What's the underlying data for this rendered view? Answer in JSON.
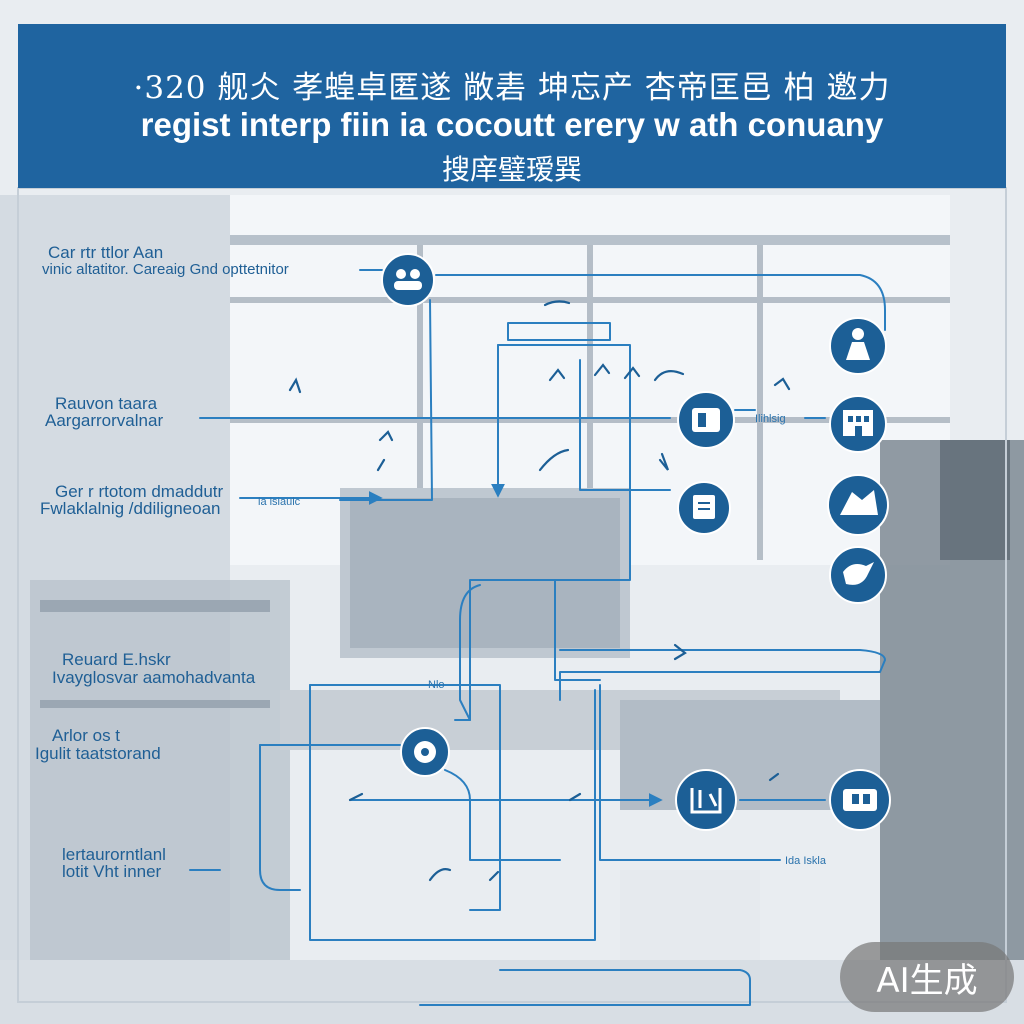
{
  "header": {
    "line1": "·320  舰仌  孝蝗卓匿遂 敞砉 坤忘产 杏帝匡邑  柏  邀力",
    "line2": "regist interp fiin ia cocoutt erery w ath conuany",
    "line3": "搜庠璧瑷巽"
  },
  "labels": [
    {
      "id": "label-1a",
      "text": "Car rtr ttlor Aan"
    },
    {
      "id": "label-1b",
      "text": "vinic altatitor. Careaig Gnd opttetnitor"
    },
    {
      "id": "label-2a",
      "text": "Rauvon taara"
    },
    {
      "id": "label-2b",
      "text": "Aargarrorvalnar"
    },
    {
      "id": "label-3a",
      "text": "Ger r rtotom dmaddutr"
    },
    {
      "id": "label-3b",
      "text": "Fwlaklalnig /ddiligneoan"
    },
    {
      "id": "label-4a",
      "text": "Reuard E.hskr"
    },
    {
      "id": "label-4b",
      "text": "Ivayglosvar aamohadvanta"
    },
    {
      "id": "label-5a",
      "text": "Arlor os t"
    },
    {
      "id": "label-5b",
      "text": "Igulit taatstorand"
    },
    {
      "id": "label-6a",
      "text": "lertaurorntlanl"
    },
    {
      "id": "label-6b",
      "text": "lotit Vht inner"
    }
  ],
  "small_labels": [
    {
      "id": "small-1",
      "text": "Ilihlsig"
    },
    {
      "id": "small-2",
      "text": "la lsiaulc"
    },
    {
      "id": "small-3",
      "text": "Nlo"
    },
    {
      "id": "small-4",
      "text": "Ida Iskla"
    }
  ],
  "badge": "AI生成",
  "colors": {
    "header": "#1f64a0",
    "node": "#1c5f96",
    "line": "#2b7fc0",
    "label": "#1f5f95"
  },
  "nodes": [
    {
      "id": "node-top-left",
      "icon": "people-icon"
    },
    {
      "id": "node-top-right",
      "icon": "person-icon"
    },
    {
      "id": "node-mid-camera",
      "icon": "device-icon"
    },
    {
      "id": "node-mid-building",
      "icon": "building-icon"
    },
    {
      "id": "node-doc",
      "icon": "document-icon"
    },
    {
      "id": "node-hand",
      "icon": "handshake-icon"
    },
    {
      "id": "node-bird",
      "icon": "bird-icon"
    },
    {
      "id": "node-lower-left",
      "icon": "gear-icon"
    },
    {
      "id": "node-lower-mid",
      "icon": "box-icon"
    },
    {
      "id": "node-lower-right",
      "icon": "briefcase-icon"
    }
  ]
}
